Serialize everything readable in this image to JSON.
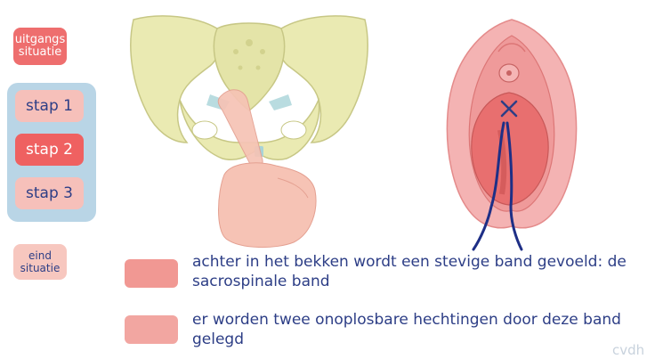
{
  "nav": {
    "start_label": "uitgangs situatie",
    "steps": [
      {
        "label": "stap 1",
        "active": false
      },
      {
        "label": "stap 2",
        "active": true
      },
      {
        "label": "stap 3",
        "active": false
      }
    ],
    "end_label": "eind situatie"
  },
  "legend": [
    {
      "text": "achter in het bekken wordt een stevige band gevoeld: de sacrospinale band",
      "color": "#f19893"
    },
    {
      "text": "er worden twee onoplosbare hechtingen door deze band gelegd",
      "color": "#f2a6a1"
    }
  ],
  "credit": "cvdh",
  "colors": {
    "bone": "#eaeab2",
    "bone_outline": "#c7c785",
    "skin": "#f6c3b5",
    "tissue": "#ef8f8f",
    "ligament": "#a7d3d8",
    "suture": "#1e2f86",
    "button_active": "#ef6161",
    "panel": "#b9d5e6"
  },
  "icons": [
    "pelvis-illustration",
    "finger-illustration",
    "vaginal-anatomy-illustration"
  ]
}
